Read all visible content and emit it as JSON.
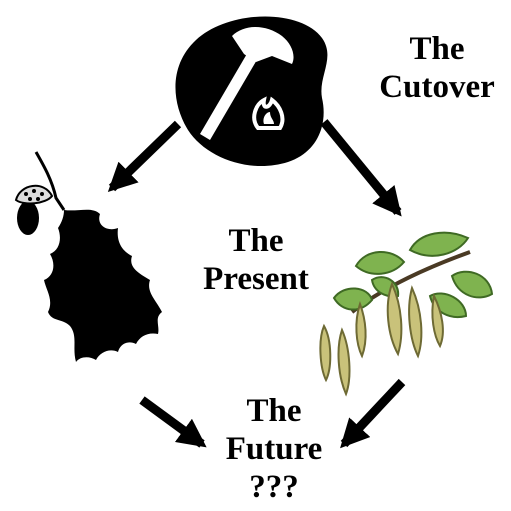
{
  "labels": {
    "cutover": [
      "The",
      "Cutover"
    ],
    "present": [
      "The",
      "Present"
    ],
    "future": [
      "The",
      "Future",
      "???"
    ]
  },
  "icons": {
    "cutover": "axe-fire-icon",
    "oak": "oak-leaf-acorn-icon",
    "birch": "birch-catkin-icon"
  },
  "colors": {
    "ink": "#000000",
    "birch_leaf": "#7fb34f",
    "birch_leaf_dark": "#3f6a24",
    "catkin": "#c9c27a",
    "catkin_dark": "#6e6a34",
    "background": "#ffffff"
  }
}
